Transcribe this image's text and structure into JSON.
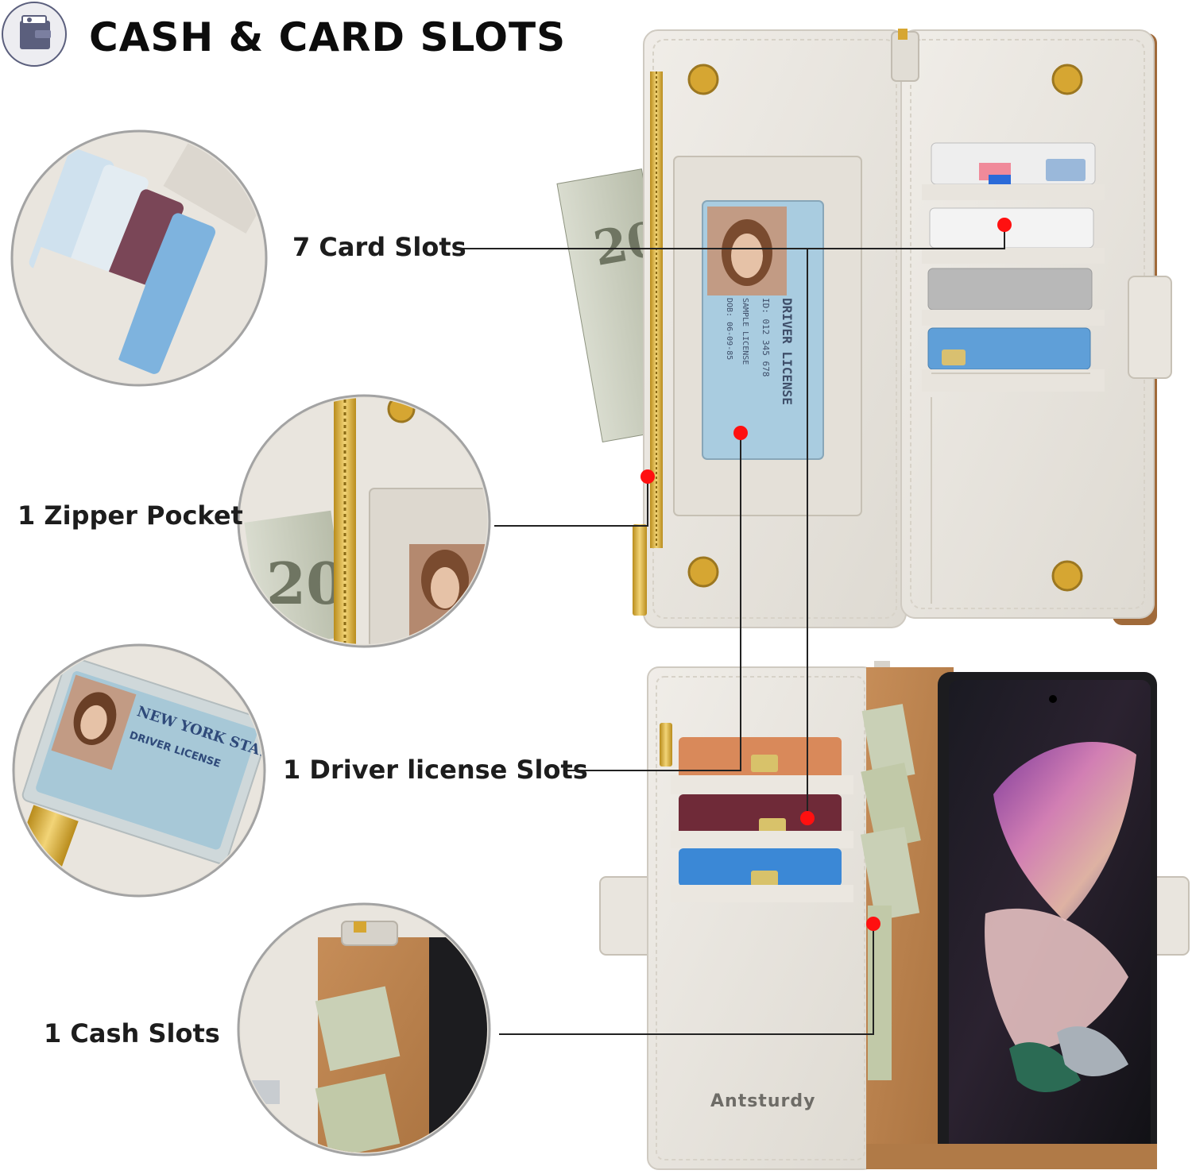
{
  "header": {
    "title": "CASH & CARD SLOTS",
    "icon": "wallet-icon"
  },
  "callouts": {
    "card_slots": "7 Card Slots",
    "zipper_pocket": "1 Zipper Pocket",
    "license_slot": "1 Driver license Slots",
    "cash_slot": "1 Cash Slots"
  },
  "product": {
    "brand": "Antsturdy"
  },
  "colors": {
    "leather": "#ebe7e0",
    "interior": "#b98352",
    "accent_dot": "#ff1010",
    "brass": "#d6a632",
    "icon_ring": "#5b5f7d"
  }
}
